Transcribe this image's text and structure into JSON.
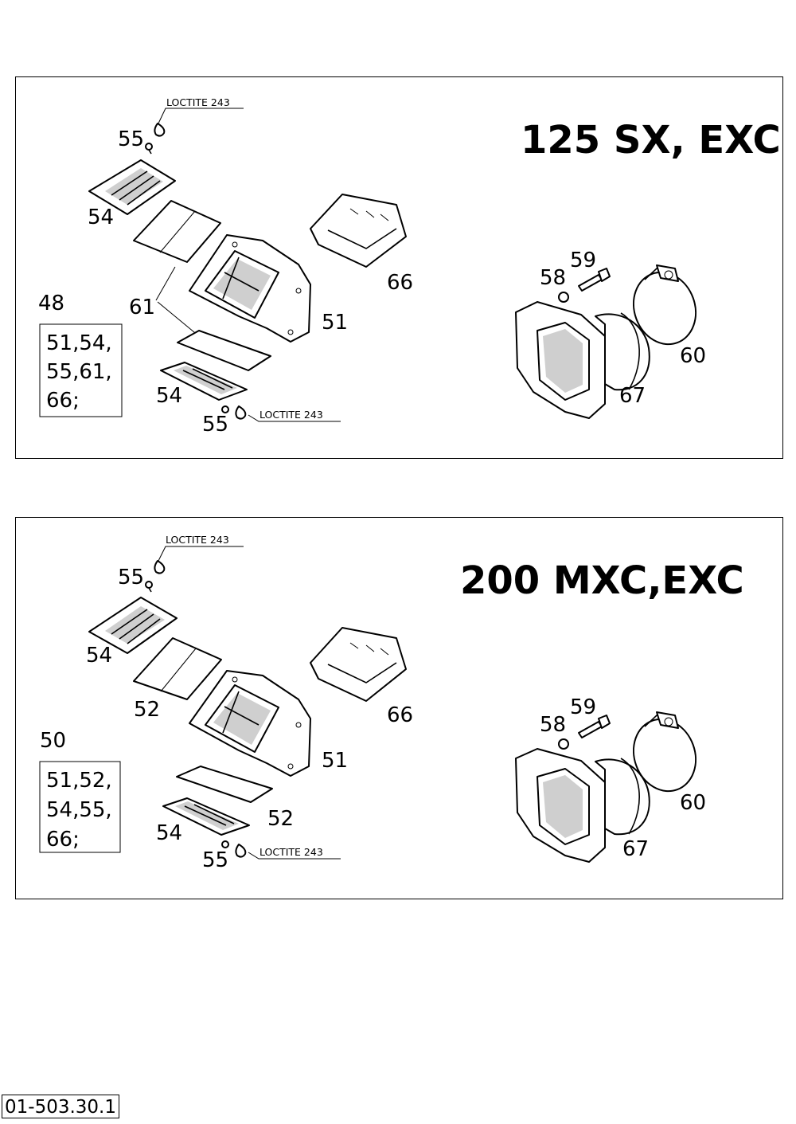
{
  "panels": [
    {
      "title": "125 SX, EXC",
      "loctite_top": "LOCTITE 243",
      "loctite_bottom": "LOCTITE 243",
      "kit_number": "48",
      "kit_lines": [
        "51,54,",
        "55,61,",
        "66;"
      ],
      "labels": {
        "screw_top": "55",
        "reed_petal_top": "54",
        "reed_plate": "61",
        "reed_block": "51",
        "shield": "66",
        "reed_petal_bottom": "54",
        "screw_bottom": "55",
        "washer": "58",
        "bolt": "59",
        "clamp": "60",
        "manifold": "67"
      }
    },
    {
      "title": "200 MXC,EXC",
      "loctite_top": "LOCTITE 243",
      "loctite_bottom": "LOCTITE 243",
      "kit_number": "50",
      "kit_lines": [
        "51,52,",
        "54,55,",
        "66;"
      ],
      "labels": {
        "screw_top": "55",
        "reed_petal_top": "54",
        "reed_plate": "52",
        "reed_block": "51",
        "shield": "66",
        "reed_plate_bottom": "52",
        "reed_petal_bottom": "54",
        "screw_bottom": "55",
        "washer": "58",
        "bolt": "59",
        "clamp": "60",
        "manifold": "67"
      }
    }
  ],
  "document_code": "01-503.30.1"
}
